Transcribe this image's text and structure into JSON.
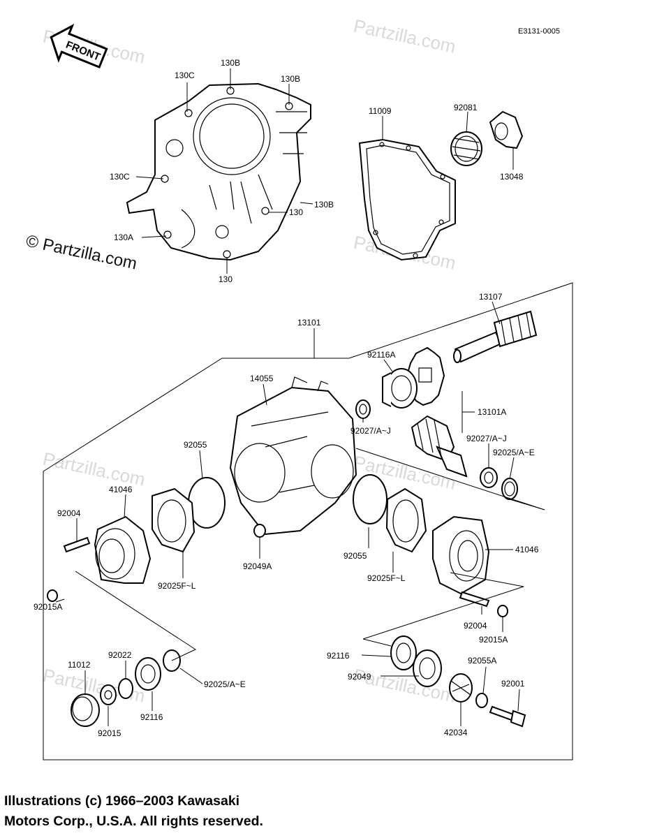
{
  "diagram_code": "E3131-0005",
  "front_arrow_label": "FRONT",
  "watermarks": {
    "main": "© Partzilla.com",
    "faint": "Partzilla.com"
  },
  "caption": {
    "line1": "Illustrations (c) 1966–2003 Kawasaki",
    "line2": "Motors Corp., U.S.A.  All rights reserved."
  },
  "callouts": [
    "130C",
    "130B",
    "130B",
    "130C",
    "130B",
    "130",
    "130A",
    "130",
    "11009",
    "92081",
    "13048",
    "13107",
    "13101",
    "92116A",
    "14055",
    "13101A",
    "92027/A~J",
    "92027/A~J",
    "92055",
    "92025/A~E",
    "41046",
    "92004",
    "92015A",
    "92025F~L",
    "92049A",
    "92055",
    "92025F~L",
    "41046",
    "92004",
    "92015A",
    "92022",
    "11012",
    "92025/A~E",
    "92116",
    "92015",
    "92116",
    "92049",
    "92055A",
    "92001",
    "42034"
  ]
}
